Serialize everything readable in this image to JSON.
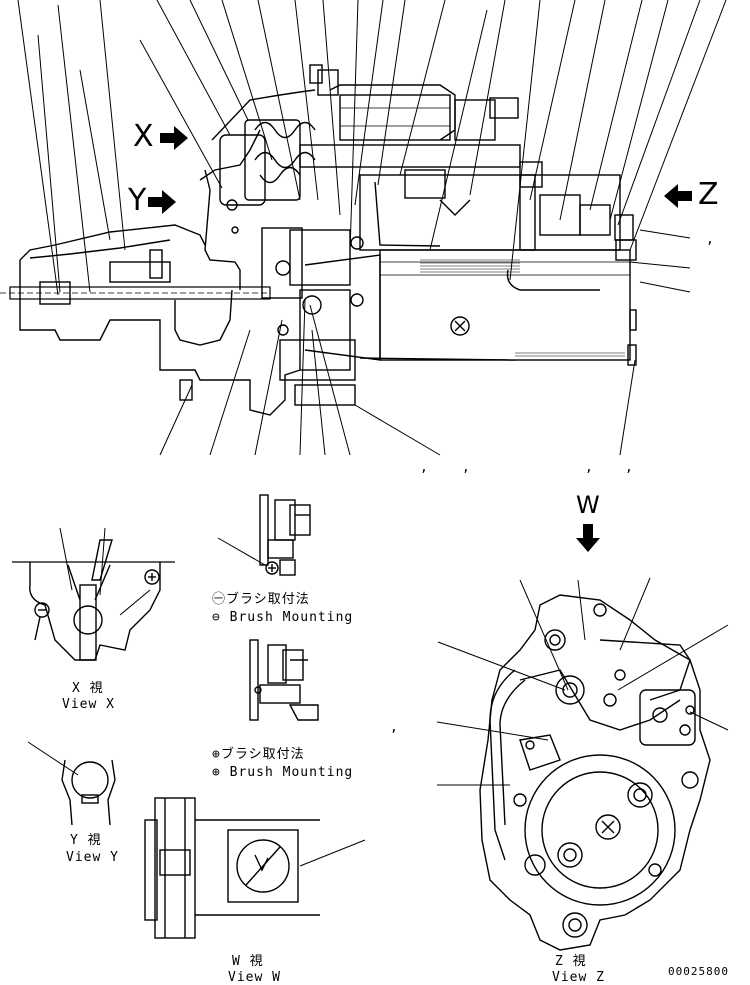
{
  "view_markers": {
    "x": "X",
    "y": "Y",
    "z": "Z",
    "w": "W"
  },
  "captions": {
    "view_x_jp": "X 視",
    "view_x_en": "View X",
    "view_y_jp": "Y 視",
    "view_y_en": "View Y",
    "view_w_jp": "W 視",
    "view_w_en": "View W",
    "view_z_jp": "Z 視",
    "view_z_en": "View Z",
    "brush_minus_jp": "㊀ブラシ取付法",
    "brush_minus_en": "⊖ Brush Mounting",
    "brush_plus_jp": "⊕ブラシ取付法",
    "brush_plus_en": "⊕ Brush Mounting"
  },
  "drawing_number": "00025800",
  "separators": [
    ",",
    ",",
    ",",
    ",",
    ",",
    ","
  ]
}
